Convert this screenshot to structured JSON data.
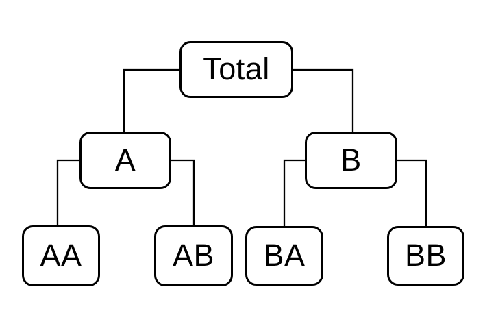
{
  "diagram": {
    "type": "tree",
    "description": "Two-level hierarchy tree diagram",
    "colors": {
      "background": "#ffffff",
      "node_fill": "#ffffff",
      "node_border": "#000000",
      "connector": "#000000",
      "text": "#000000"
    },
    "nodes": [
      {
        "id": "total",
        "label": "Total",
        "level": 0
      },
      {
        "id": "a",
        "label": "A",
        "level": 1
      },
      {
        "id": "b",
        "label": "B",
        "level": 1
      },
      {
        "id": "aa",
        "label": "AA",
        "level": 2
      },
      {
        "id": "ab",
        "label": "AB",
        "level": 2
      },
      {
        "id": "ba",
        "label": "BA",
        "level": 2
      },
      {
        "id": "bb",
        "label": "BB",
        "level": 2
      }
    ],
    "edges": [
      {
        "from": "total",
        "to": "a"
      },
      {
        "from": "total",
        "to": "b"
      },
      {
        "from": "a",
        "to": "aa"
      },
      {
        "from": "a",
        "to": "ab"
      },
      {
        "from": "b",
        "to": "ba"
      },
      {
        "from": "b",
        "to": "bb"
      }
    ]
  }
}
